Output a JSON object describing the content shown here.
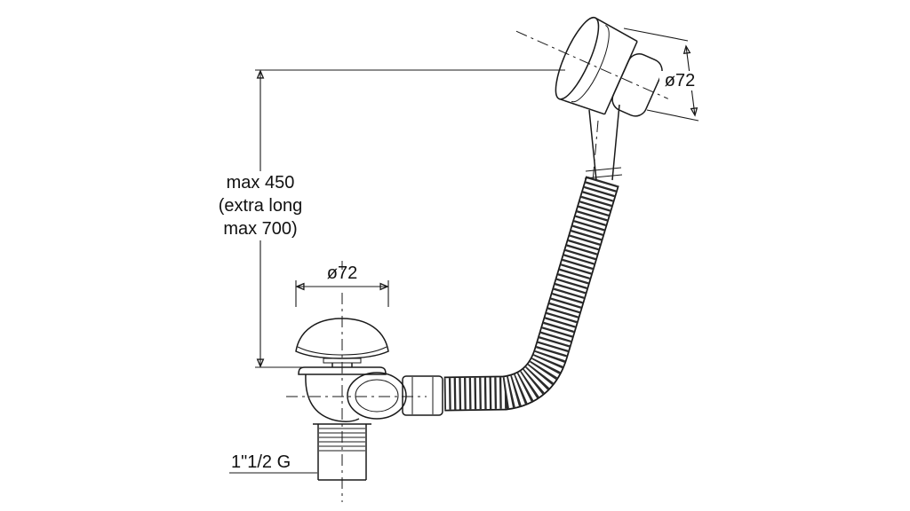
{
  "diagram": {
    "description": "technical line drawing of bathtub waste and overflow drain fitting with flexible corrugated hose",
    "background": "#ffffff",
    "line_color": "#1a1a1a",
    "labels": {
      "height_dim": [
        "max 450",
        "(extra long",
        "max 700)"
      ],
      "knob_diameter": "ø72",
      "plug_diameter": "ø72",
      "thread_size": "1\"1/2 G"
    }
  }
}
